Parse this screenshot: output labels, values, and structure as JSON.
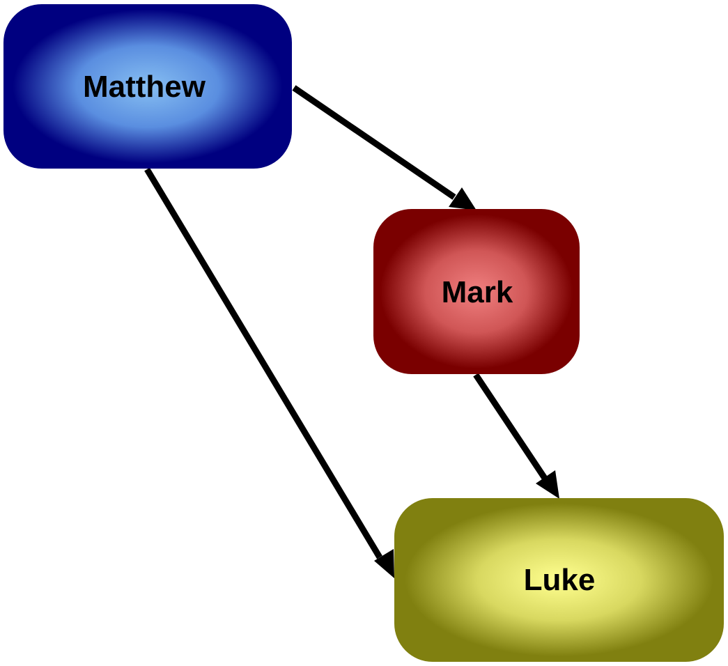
{
  "diagram": {
    "nodes": {
      "matthew": {
        "label": "Matthew",
        "color": "#000080",
        "highlight": "#87bff2"
      },
      "mark": {
        "label": "Mark",
        "color": "#7a0000",
        "highlight": "#f08080"
      },
      "luke": {
        "label": "Luke",
        "color": "#808010",
        "highlight": "#ffff90"
      }
    },
    "edges": [
      {
        "from": "Matthew",
        "to": "Mark"
      },
      {
        "from": "Mark",
        "to": "Luke"
      },
      {
        "from": "Matthew",
        "to": "Luke"
      }
    ]
  }
}
